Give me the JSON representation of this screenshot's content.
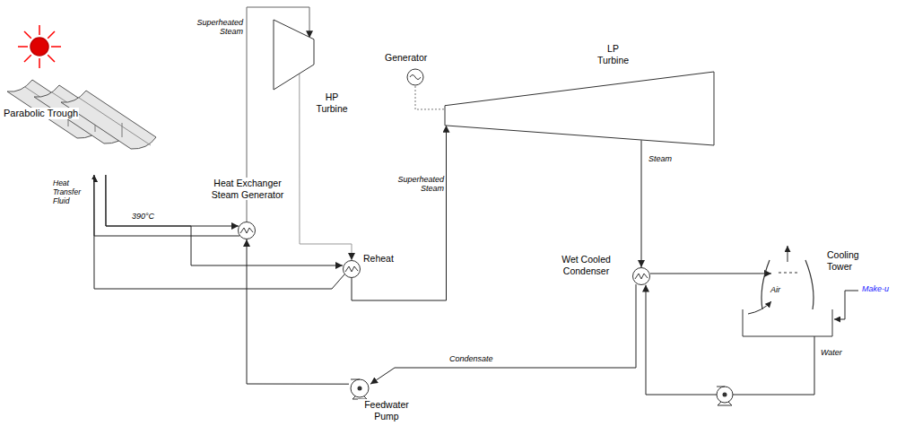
{
  "diagram": {
    "nodes": [
      {
        "text": [
          "Parabolic Trough"
        ]
      },
      {
        "text": [
          "HP Turbine"
        ]
      },
      {
        "text": [
          "Generator"
        ]
      },
      {
        "text": [
          "LP Turbine"
        ]
      },
      {
        "text": [
          "Heat Exchanger Steam Generator"
        ]
      },
      {
        "text": [
          "Reheat"
        ]
      },
      {
        "text": [
          "Wet Cooled Condenser"
        ]
      },
      {
        "text": [
          "Cooling Tower"
        ]
      },
      {
        "text": [
          "Feedwater Pump"
        ]
      }
    ],
    "edges": [
      {
        "from": 0,
        "to": 4,
        "arrow": "to",
        "label": "390°C"
      },
      {
        "from": 0,
        "to": 5,
        "arrow": "to"
      },
      {
        "from": 4,
        "to": 0,
        "arrow": "to"
      },
      {
        "from": 5,
        "to": 0,
        "arrow": "to"
      },
      {
        "from": 4,
        "to": 1,
        "arrow": "to",
        "label": "Superheated Steam"
      },
      {
        "from": 1,
        "to": 5,
        "arrow": "to"
      },
      {
        "from": 5,
        "to": 3,
        "arrow": "to",
        "label": "Superheated Steam"
      },
      {
        "from": 2,
        "to": 3,
        "arrow": "none"
      },
      {
        "from": 3,
        "to": 6,
        "arrow": "to",
        "label": "Steam"
      },
      {
        "from": 6,
        "to": 7,
        "arrow": "to"
      },
      {
        "from": 7,
        "to": 6,
        "arrow": "to",
        "label": "Water"
      },
      {
        "from": 6,
        "to": 8,
        "arrow": "to",
        "label": "Condensate"
      },
      {
        "from": 8,
        "to": 4,
        "arrow": "to"
      }
    ],
    "labels": [
      "Heat Transfer Fluid",
      "Air",
      "Make-u"
    ]
  }
}
